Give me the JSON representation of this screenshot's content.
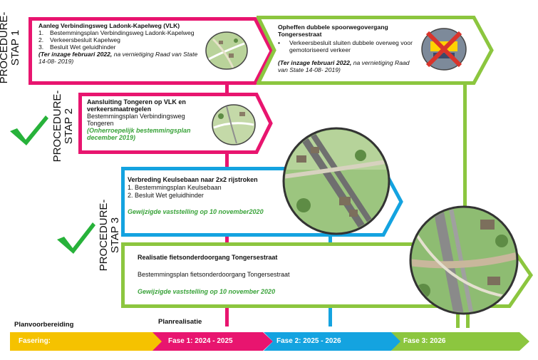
{
  "stages": {
    "step1": "PROCEDURE-\nSTAP 1",
    "step2": "PROCEDURE-\nSTAP 2",
    "step3": "PROCEDURE-\nSTAP 3"
  },
  "boxes": {
    "vlk": {
      "title": "Aanleg Verbindingsweg Ladonk-Kapelweg (VLK)",
      "items": [
        {
          "num": "1.",
          "text": "Bestemmingsplan Verbindingsweg Ladonk-Kapelweg"
        },
        {
          "num": "2.",
          "text": "Verkeersbesluit Kapelweg"
        },
        {
          "num": "3.",
          "text": "Besluit Wet geluidhinder"
        }
      ],
      "note_bold": "(Ter inzage februari 2022,",
      "note_rest": " na vernietiging Raad van State 14-08- 2019)"
    },
    "overweg": {
      "title": "Opheffen dubbele spoorwegovergang Tongersestraat",
      "bullet": "Verkeersbesluit sluiten dubbele overweg voor gemotoriseerd verkeer",
      "note_bold": "(Ter inzage februari 2022,",
      "note_rest": " na vernietiging Raad van State 14-08- 2019)"
    },
    "tongeren": {
      "title": "Aansluiting Tongeren  op  VLK en verkeersmaatregelen",
      "line1": "Bestemmingsplan Verbindingsweg Tongeren",
      "status": "(Onherroepelijk bestemmingsplan december 2019)"
    },
    "keulsebaan": {
      "title": "Verbreding Keulsebaan naar 2x2 rijstroken",
      "line1": "1. Bestemmingsplan Keulsebaan",
      "line2": "2. Besluit Wet geluidhinder",
      "status": "Gewijzigde vaststelling op 10 november2020"
    },
    "fiets": {
      "title": "Realisatie fietsonderdoorgang Tongersestraat",
      "line1": "Bestemmingsplan fietsonderdoorgang Tongersestraat",
      "status": "Gewijzigde vaststelling op 10 november 2020"
    }
  },
  "timeline": {
    "label_prep": "Planvoorbereiding",
    "label_real": "Planrealisatie",
    "phases": [
      {
        "name": "Fasering:",
        "color": "#f5c200"
      },
      {
        "name": "Fase 1: 2024 - 2025",
        "color": "#e8156f"
      },
      {
        "name": "Fase 2:  2025 - 2026",
        "color": "#14a3e0"
      },
      {
        "name": "Fase 3:  2026",
        "color": "#8cc63f"
      }
    ]
  },
  "colors": {
    "pink": "#e8156f",
    "green": "#8cc63f",
    "blue": "#14a3e0",
    "yellow": "#f5c200",
    "check": "#27b23a"
  }
}
